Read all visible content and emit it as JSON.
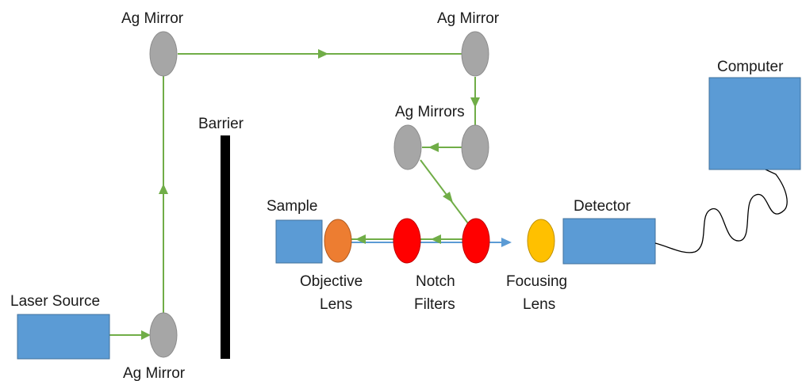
{
  "labels": {
    "laser_source": "Laser Source",
    "ag_mirror_bottom": "Ag Mirror",
    "ag_mirror_top_left": "Ag Mirror",
    "ag_mirror_top_right": "Ag Mirror",
    "ag_mirrors": "Ag Mirrors",
    "barrier": "Barrier",
    "sample": "Sample",
    "objective_lens_line1": "Objective",
    "objective_lens_line2": "Lens",
    "notch_filters_line1": "Notch",
    "notch_filters_line2": "Filters",
    "focusing_lens_line1": "Focusing",
    "focusing_lens_line2": "Lens",
    "detector": "Detector",
    "computer": "Computer"
  },
  "colors": {
    "component_box": "#5b9bd5",
    "mirror": "#a6a6a6",
    "objective_lens": "#ed7d31",
    "notch_filter": "#ff0000",
    "focusing_lens": "#ffc000",
    "laser_beam": "#70ad47",
    "scattered_beam": "#5b9bd5",
    "barrier": "#000000",
    "cable": "#000000"
  }
}
